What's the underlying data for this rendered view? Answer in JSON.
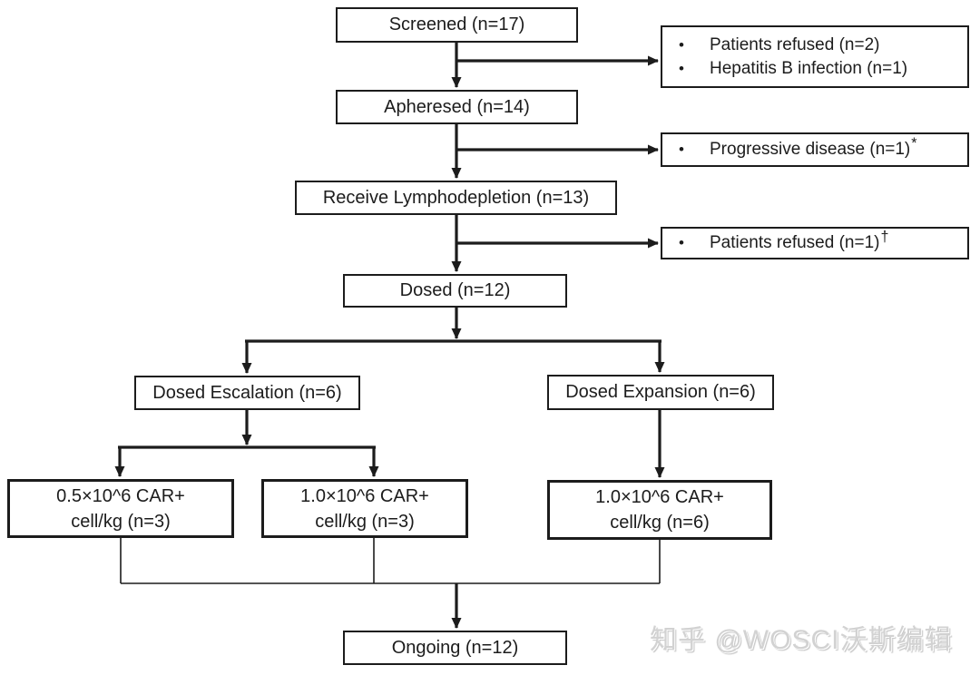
{
  "flowchart": {
    "title_semantic": "Patient disposition flow diagram",
    "nodes": {
      "screened": {
        "label": "Screened (n=17)"
      },
      "apheresed": {
        "label": "Apheresed (n=14)"
      },
      "lymphodepletion": {
        "label": "Receive Lymphodepletion (n=13)"
      },
      "dosed": {
        "label": "Dosed (n=12)"
      },
      "escalation": {
        "label": "Dosed Escalation (n=6)"
      },
      "expansion": {
        "label": "Dosed Expansion (n=6)"
      },
      "dose_a": {
        "line1": "0.5×10^6 CAR+",
        "line2": "cell/kg (n=3)"
      },
      "dose_b": {
        "line1": "1.0×10^6 CAR+",
        "line2": "cell/kg (n=3)"
      },
      "dose_c": {
        "line1": "1.0×10^6 CAR+",
        "line2": "cell/kg (n=6)"
      },
      "ongoing": {
        "label": "Ongoing (n=12)"
      }
    },
    "exclusions": {
      "bullet": "•",
      "box1": {
        "items": [
          "Patients refused (n=2)",
          "Hepatitis B infection (n=1)"
        ]
      },
      "box2": {
        "text": "Progressive disease (n=1)",
        "sup": "*"
      },
      "box3": {
        "text": "Patients refused (n=1)",
        "sup": "†"
      }
    }
  },
  "watermark": {
    "text": "知乎 @WOSCI沃斯编辑"
  },
  "colors": {
    "line": "#1c1c1c",
    "box_background": "#ffffff",
    "watermark": "#d2d2d2"
  }
}
